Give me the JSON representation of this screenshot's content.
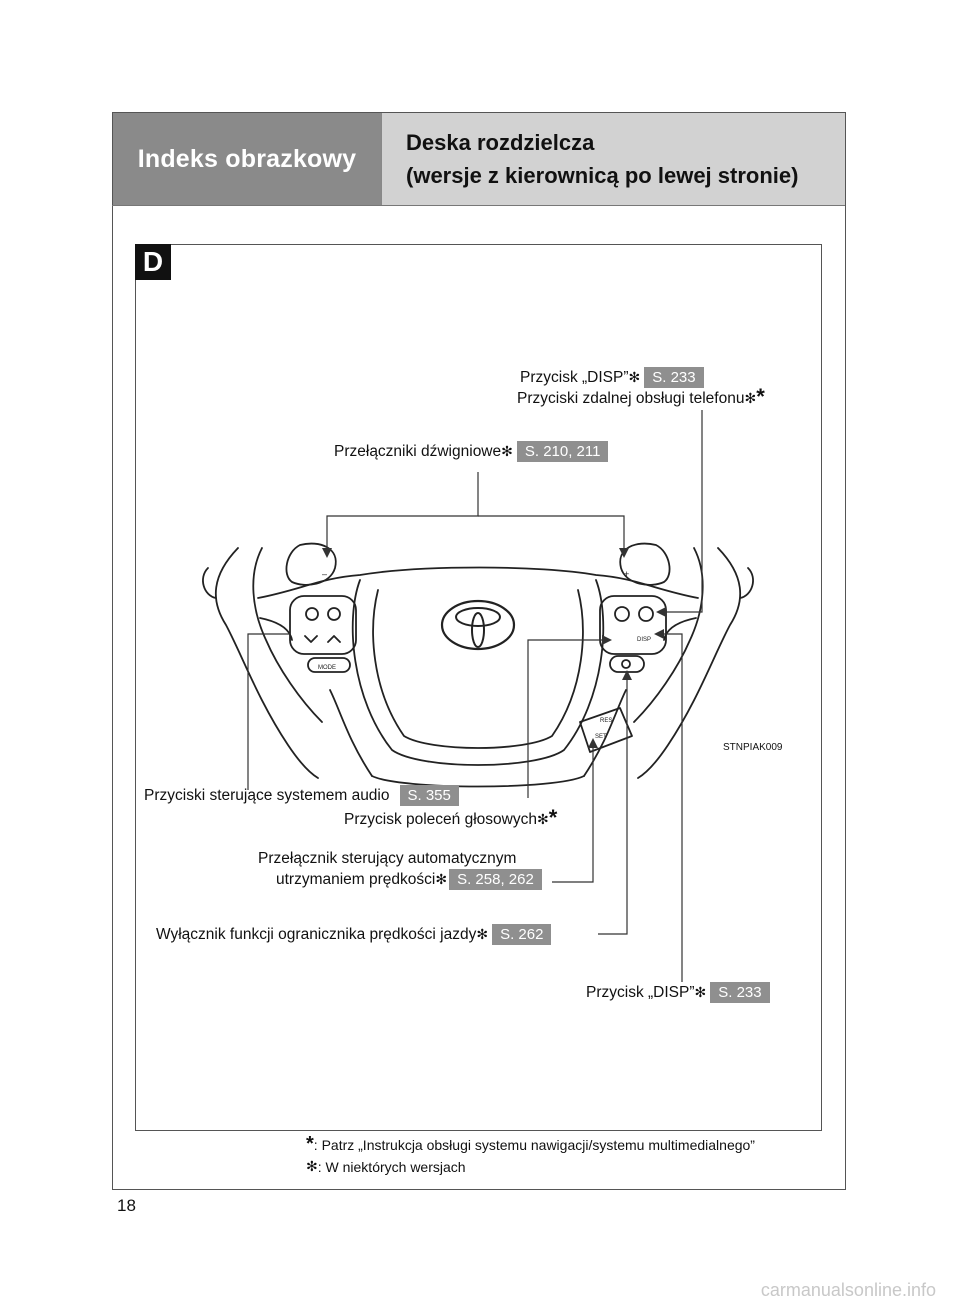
{
  "header": {
    "section": "Indeks obrazkowy",
    "title_line1": "Deska rozdzielcza",
    "title_line2": "(wersje z kierownicą po lewej stronie)"
  },
  "section_letter": "D",
  "image_code": "STNPIAK009",
  "wheel_labels": {
    "minus": "–",
    "plus": "+",
    "mode": "MODE",
    "disp": "DISP",
    "res": "RES",
    "set": "SET"
  },
  "labels": {
    "disp_top": {
      "text": "Przycisk „DISP”",
      "ref": "S. 233"
    },
    "phone": {
      "text": "Przyciski zdalnej obsługi telefonu"
    },
    "paddle": {
      "text": "Przełączniki dźwigniowe",
      "ref": "S. 210, 211"
    },
    "audio": {
      "text": "Przyciski sterujące systemem audio",
      "ref": "S. 355"
    },
    "voice": {
      "text": "Przycisk poleceń głosowych"
    },
    "cruise": {
      "line1": "Przełącznik sterujący automatycznym",
      "line2": "utrzymaniem prędkości",
      "ref": "S. 258, 262"
    },
    "limiter": {
      "text": "Wyłącznik funkcji ogranicznika prędkości jazdy",
      "ref": "S. 262"
    },
    "disp_bottom": {
      "text": "Przycisk „DISP”",
      "ref": "S. 233"
    }
  },
  "symbols": {
    "dagger": "✻",
    "asterisk": "*"
  },
  "footnotes": {
    "asterisk": ": Patrz „Instrukcja obsługi systemu nawigacji/systemu multimedialnego”",
    "dagger": ": W niektórych wersjach"
  },
  "page_number": "18",
  "watermark": "carmanualsonline.info"
}
